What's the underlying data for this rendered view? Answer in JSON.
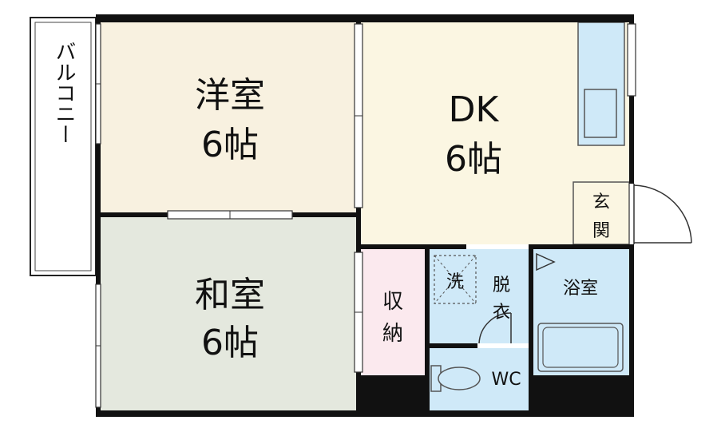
{
  "colors": {
    "wall": "#111111",
    "western_room": "#f8f1e0",
    "japanese_room": "#e4e8de",
    "dk": "#fbf6e2",
    "storage": "#fbe9ee",
    "wet_area": "#cfe9f8",
    "entrance": "#fbf6e2",
    "balcony": "#ffffff"
  },
  "rooms": {
    "western": {
      "name": "洋室",
      "size": "6帖"
    },
    "japanese": {
      "name": "和室",
      "size": "6帖"
    },
    "dk": {
      "name": "DK",
      "size": "6帖"
    },
    "storage": {
      "line1": "収",
      "line2": "納"
    },
    "entrance": {
      "line1": "玄",
      "line2": "関"
    },
    "laundry": {
      "label": "洗"
    },
    "dressing": {
      "line1": "脱",
      "line2": "衣"
    },
    "bath": {
      "label": "浴室"
    },
    "wc": {
      "label": "WC"
    },
    "balcony": {
      "label": "バルコニー"
    }
  }
}
